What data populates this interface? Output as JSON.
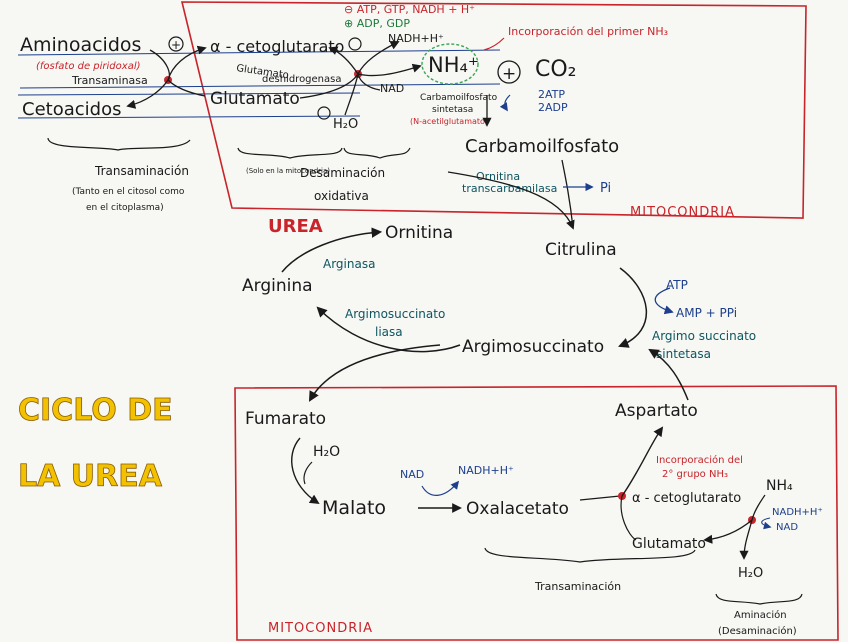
{
  "colors": {
    "ink": "#1a1a1a",
    "red": "#c8242a",
    "green": "#1f7a3a",
    "blue": "#1d3f8c",
    "teal": "#0e5560",
    "yellow": "#f2c200",
    "mito_box": "#c8242a"
  },
  "top": {
    "aminoacidos": "Aminoacidos",
    "plus1": "+",
    "cofactor": "(fosfato de piridoxal)",
    "transaminasa": "Transaminasa",
    "cetoacidos": "Cetoacidos",
    "aKG": "α - cetoglutarato",
    "plus2": "+",
    "gdh_1": "Glutamato",
    "gdh_2": "deshidrogenasa",
    "glutamato": "Glutamato",
    "plus3": "+",
    "h2o": "H₂O",
    "gdp_line": "⊖ ATP, GTP, NADH + H⁺",
    "adp_line": "⊕ ADP, GDP",
    "nadh": "NADH+H⁺",
    "nad": "NAD",
    "nh4": "NH₄⁺",
    "plus_co2": "+",
    "co2": "CO₂",
    "incorporacion": "Incorporación del primer NH₃",
    "cps_1": "Carbamoilfosfato",
    "cps_2": "sintetasa",
    "cps_3": "(N-acetilglutamato)",
    "atp2": "2ATP",
    "adp2": "2ADP",
    "carbamoilfosfato": "Carbamoilfosfato",
    "otc_1": "Ornitina",
    "otc_2": "transcarbamilasa",
    "pi": "Pi",
    "mito_top": "MITOCONDRIA",
    "transaminacion": "Transaminación",
    "trans_note_1": "(Tanto en el citosol como",
    "trans_note_2": "en el citoplasma)",
    "desam_note": "(Solo en la mitocondria)",
    "desaminacion_1": "Desaminación",
    "desaminacion_2": "oxidativa"
  },
  "cycle": {
    "urea": "UREA",
    "ornitina": "Ornitina",
    "citrulina": "Citrulina",
    "arginina": "Arginina",
    "arginasa": "Arginasa",
    "argsucc": "Argimosuccinato",
    "liasa_1": "Argimosuccinato",
    "liasa_2": "liasa",
    "atp": "ATP",
    "amp": "AMP + PPi",
    "sint_1": "Argimo succinato",
    "sint_2": "sintetasa",
    "aspartato": "Aspartato",
    "fumarato": "Fumarato"
  },
  "bottom": {
    "h2o": "H₂O",
    "malato": "Malato",
    "nad": "NAD",
    "nadh": "NADH+H⁺",
    "oxalacetato": "Oxalacetato",
    "incorp_1": "Incorporación del",
    "incorp_2": "2° grupo NH₃",
    "aKG": "α - cetoglutarato",
    "nh4": "NH₄",
    "nadh2": "NADH+H⁺",
    "nad2": "NAD",
    "glutamato": "Glutamato",
    "h2o2": "H₂O",
    "transaminacion": "Transaminación",
    "aminacion_1": "Aminación",
    "aminacion_2": "(Desaminación)",
    "mito_bottom": "MITOCONDRIA"
  },
  "title": {
    "line1": "CICLO DE",
    "line2": "LA UREA"
  }
}
